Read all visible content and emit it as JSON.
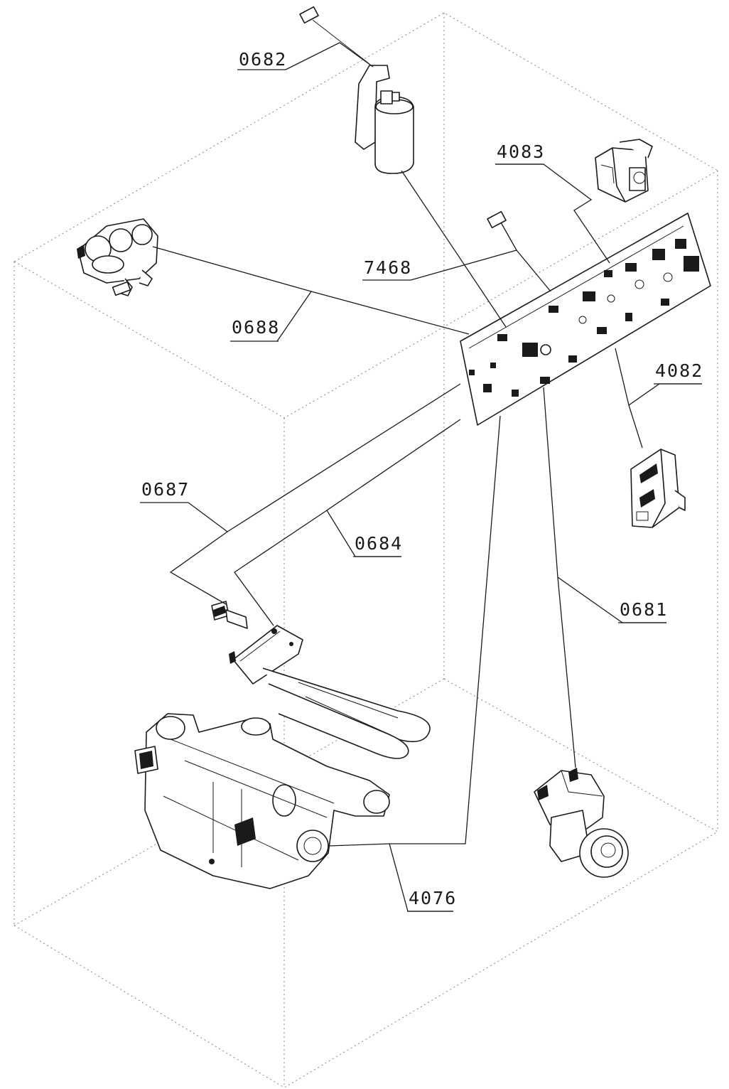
{
  "callouts": {
    "c0682": "0682",
    "c4083": "4083",
    "c7468": "7468",
    "c0688": "0688",
    "c4082": "4082",
    "c0687": "0687",
    "c0684": "0684",
    "c0681": "0681",
    "c4076": "4076"
  }
}
